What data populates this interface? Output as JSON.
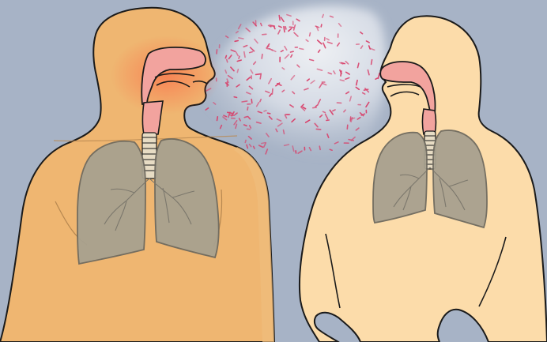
{
  "colors": {
    "background": "#a7b3c6",
    "left_skin": "#efb671",
    "left_skin_right_edge": "#f0bd7e",
    "right_skin": "#fcdcaa",
    "outline": "#1a1a1a",
    "lung_fill": "#a8a18f",
    "lung_stroke": "#6e6a5f",
    "bronchi": "#7b776c",
    "airway_fill": "#f2a39e",
    "airway_glow": "#ff5a3c",
    "trachea_ring": "#e7dcc4",
    "cloud_light": "#eef0f4",
    "cloud_shade": "#b7c0d0",
    "droplet": "#d9406a"
  },
  "figures": [
    {
      "id": "infected-person",
      "facing": "right",
      "airway_glow": true
    },
    {
      "id": "healthy-person",
      "facing": "left",
      "airway_glow": false
    }
  ],
  "droplet_cloud": {
    "direction": "left-to-right",
    "droplet_count": 230
  }
}
